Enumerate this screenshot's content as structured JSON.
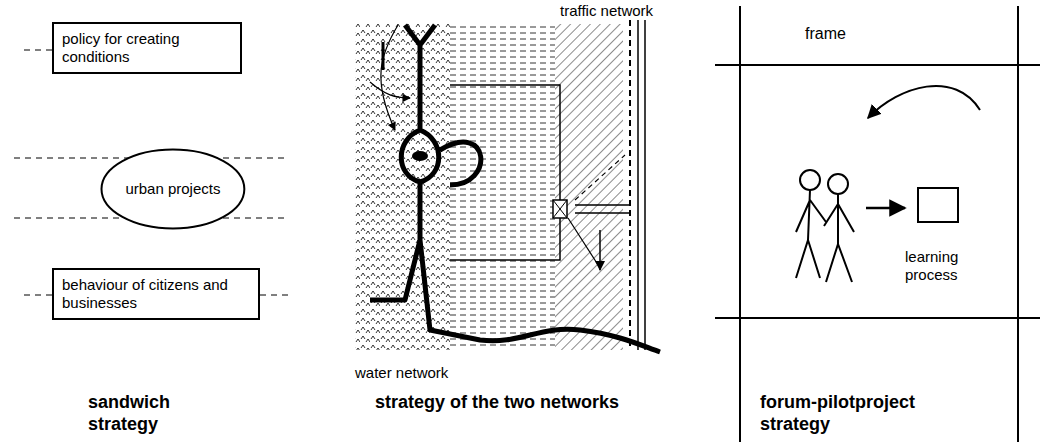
{
  "diagram": {
    "nodes": [
      {
        "text": [
          "policy for creating conditions"
        ]
      },
      {
        "text": [
          "urban projects"
        ]
      },
      {
        "text": [
          "behaviour of citizens and businesses"
        ]
      }
    ],
    "labels": [
      "sandwich strategy",
      "traffic network",
      "water network",
      "strategy of the two networks",
      "frame",
      "learning process",
      "forum-pilotproject strategy"
    ]
  }
}
